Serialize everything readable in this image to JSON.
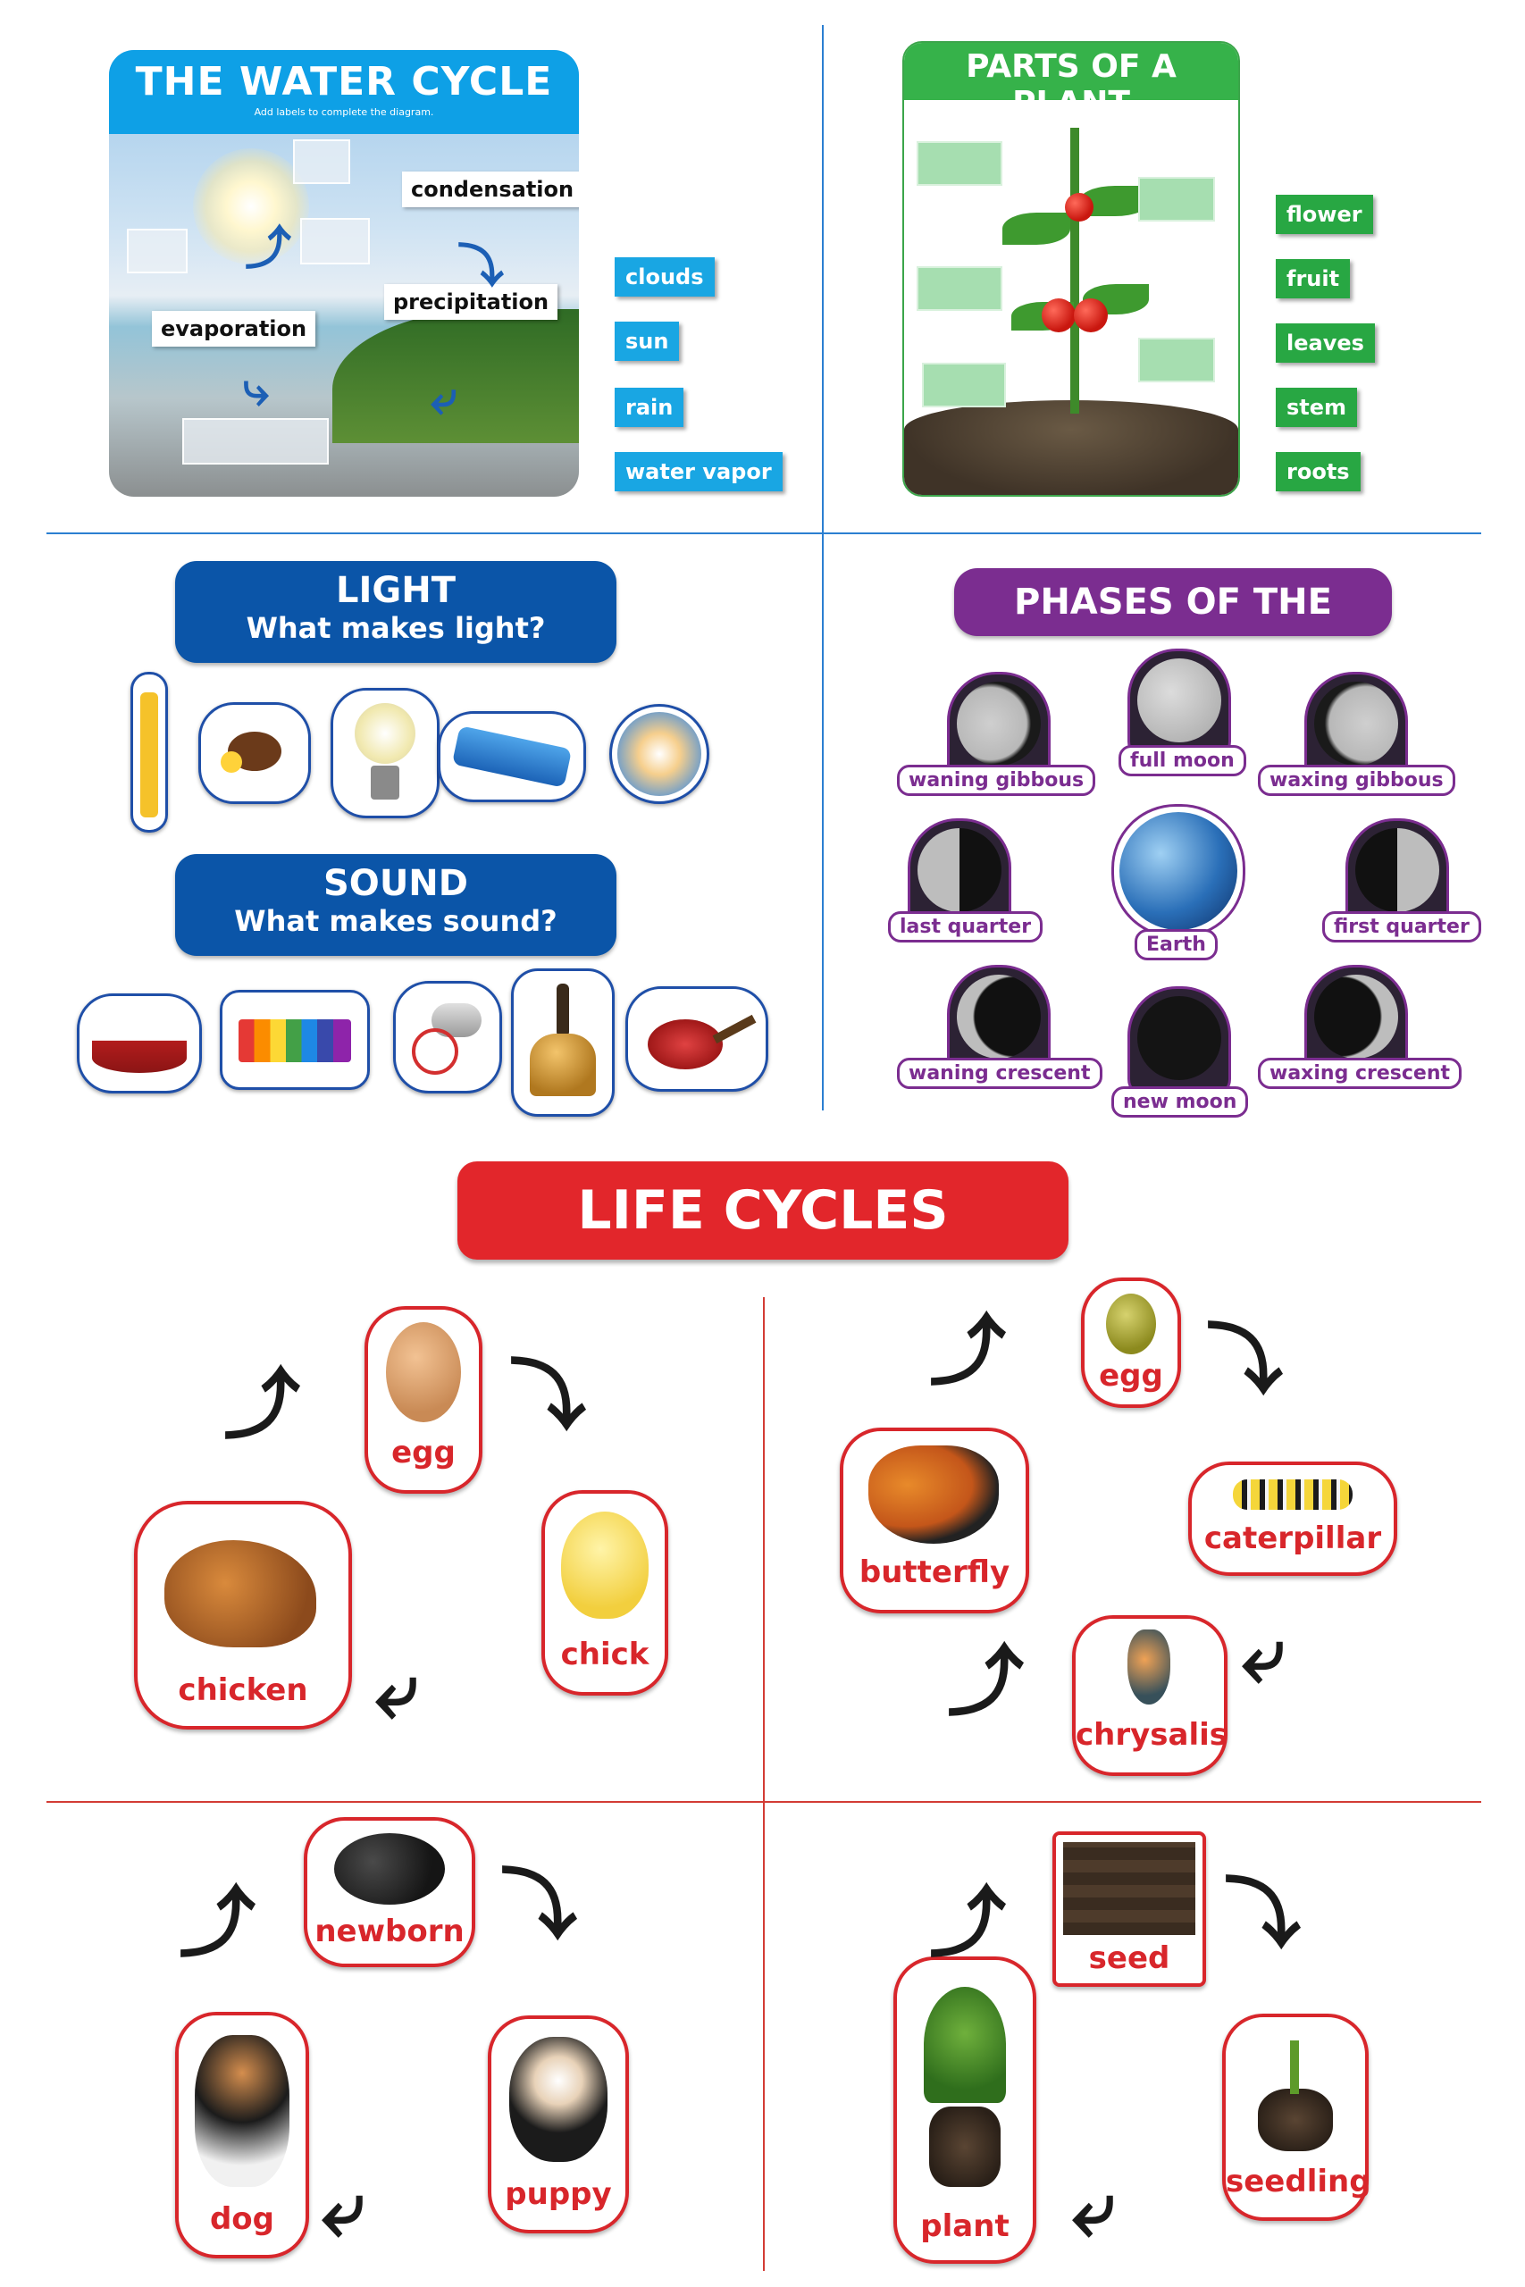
{
  "water_cycle": {
    "title": "THE WATER CYCLE",
    "subtitle": "Add labels to complete the diagram.",
    "diagram_labels": [
      "condensation",
      "precipitation",
      "evaporation"
    ],
    "chips": [
      "clouds",
      "sun",
      "rain",
      "water vapor"
    ]
  },
  "plant": {
    "title": "PARTS OF A PLANT",
    "subtitle": "Add labels to complete the diagram.",
    "chips": [
      "flower",
      "fruit",
      "leaves",
      "stem",
      "roots"
    ]
  },
  "light": {
    "title": "LIGHT",
    "question": "What makes light?"
  },
  "sound": {
    "title": "SOUND",
    "question": "What makes sound?"
  },
  "moon": {
    "title": "PHASES OF THE MOON",
    "labels": {
      "waning_gibbous": "waning gibbous",
      "full_moon": "full moon",
      "waxing_gibbous": "waxing gibbous",
      "last_quarter": "last quarter",
      "earth": "Earth",
      "first_quarter": "first quarter",
      "waning_crescent": "waning crescent",
      "new_moon": "new moon",
      "waxing_crescent": "waxing crescent"
    }
  },
  "life_cycles": {
    "title": "LIFE CYCLES",
    "chicken": [
      "egg",
      "chick",
      "chicken"
    ],
    "butterfly": [
      "egg",
      "caterpillar",
      "chrysalis",
      "butterfly"
    ],
    "dog": [
      "newborn",
      "puppy",
      "dog"
    ],
    "plant": [
      "seed",
      "seedling",
      "plant"
    ]
  },
  "colors": {
    "water_blue": "#0ea0e6",
    "plant_green": "#36b24a",
    "light_blue": "#0b55a8",
    "moon_purple": "#7b2d90",
    "life_red": "#e2262b"
  }
}
